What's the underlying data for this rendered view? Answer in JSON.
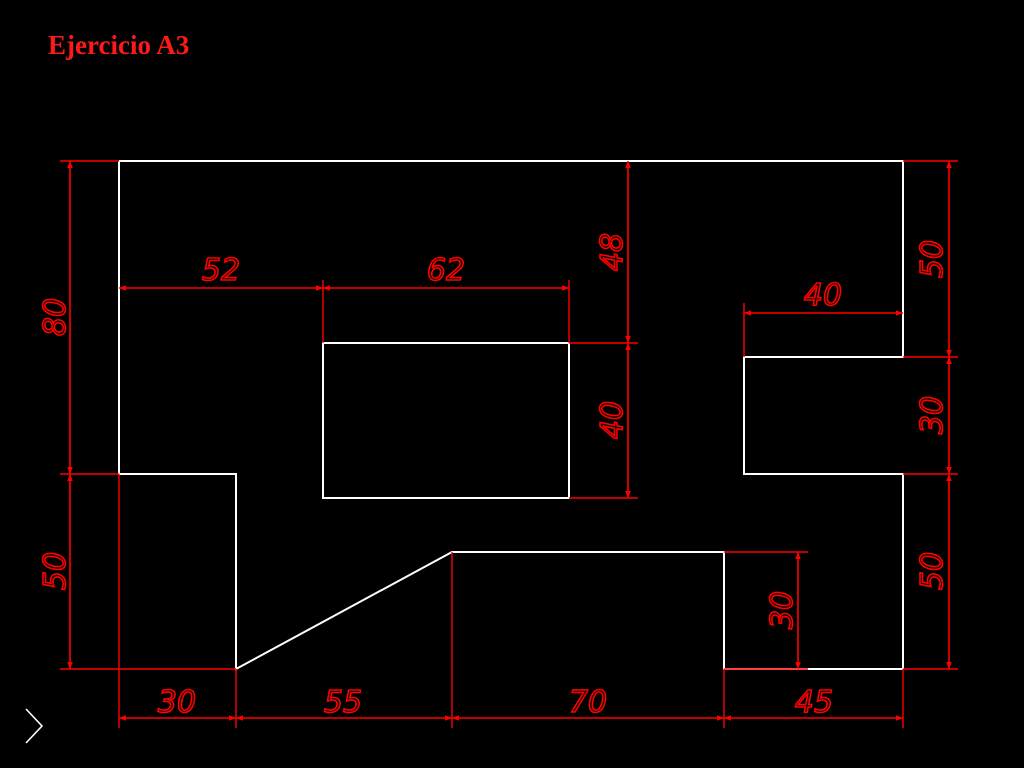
{
  "slide": {
    "title": "Ejercicio A3"
  },
  "colors": {
    "background": "#000000",
    "outline": "#ffffff",
    "dimension": "#ff0000",
    "title": "#ff1a1a"
  },
  "dimensions": {
    "top_52": "52",
    "top_62": "62",
    "right_inner_40": "40",
    "left_80": "80",
    "left_50": "50",
    "vertical_48": "48",
    "vertical_40": "40",
    "right_50_top": "50",
    "right_30": "30",
    "right_50_bottom": "50",
    "notch_30": "30",
    "bottom_30": "30",
    "bottom_55": "55",
    "bottom_70": "70",
    "bottom_45": "45"
  },
  "icons": {
    "next_slide": "chevron-right-icon"
  }
}
